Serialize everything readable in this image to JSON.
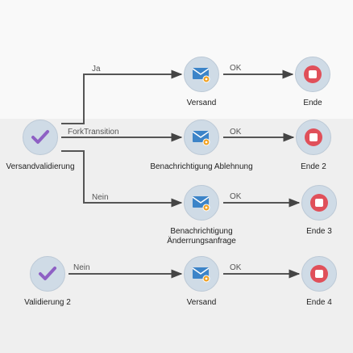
{
  "nodes": {
    "versandvalidierung": "Versandvalidierung",
    "validierung2": "Validierung 2",
    "versand1": "Versand",
    "benachrichtigung_ablehnung": "Benachrichtigung Ablehnung",
    "benachrichtigung_aenderung_line1": "Benachrichtigung",
    "benachrichtigung_aenderung_line2": "Änderrungsanfrage",
    "versand2": "Versand",
    "ende": "Ende",
    "ende2": "Ende 2",
    "ende3": "Ende 3",
    "ende4": "Ende 4"
  },
  "edges": {
    "ja": "Ja",
    "fork": "ForkTransition",
    "nein1": "Nein",
    "nein2": "Nein",
    "ok1": "OK",
    "ok2": "OK",
    "ok3": "OK",
    "ok4": "OK"
  },
  "colors": {
    "node_fill": "#cfdbe6",
    "check": "#8e60c4",
    "delivery": "#3c84c8",
    "stop": "#e0505a",
    "connector": "#444444"
  },
  "icons": {
    "validation": "check-icon",
    "delivery": "email-delivery-icon",
    "end": "stop-icon"
  }
}
